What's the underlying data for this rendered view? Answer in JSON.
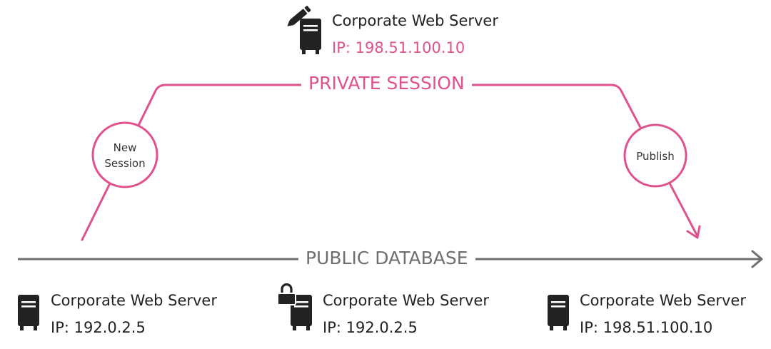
{
  "colors": {
    "private": "#e0528d",
    "public": "#6f6f6f",
    "server": "#222222",
    "text": "#222222"
  },
  "private_track": {
    "label": "PRIVATE SESSION",
    "server": {
      "name": "Corporate Web Server",
      "ip": "IP: 198.51.100.10",
      "status_icon": "pencil-icon"
    }
  },
  "public_track": {
    "label": "PUBLIC DATABASE",
    "servers": [
      {
        "name": "Corporate Web Server",
        "ip": "IP: 192.0.2.5",
        "status_icon": ""
      },
      {
        "name": "Corporate Web Server",
        "ip": "IP: 192.0.2.5",
        "status_icon": "lock-icon"
      },
      {
        "name": "Corporate Web Server",
        "ip": "IP: 198.51.100.10",
        "status_icon": ""
      }
    ]
  },
  "steps": {
    "new_session": {
      "line1": "New",
      "line2": "Session"
    },
    "publish": {
      "label": "Publish"
    }
  }
}
